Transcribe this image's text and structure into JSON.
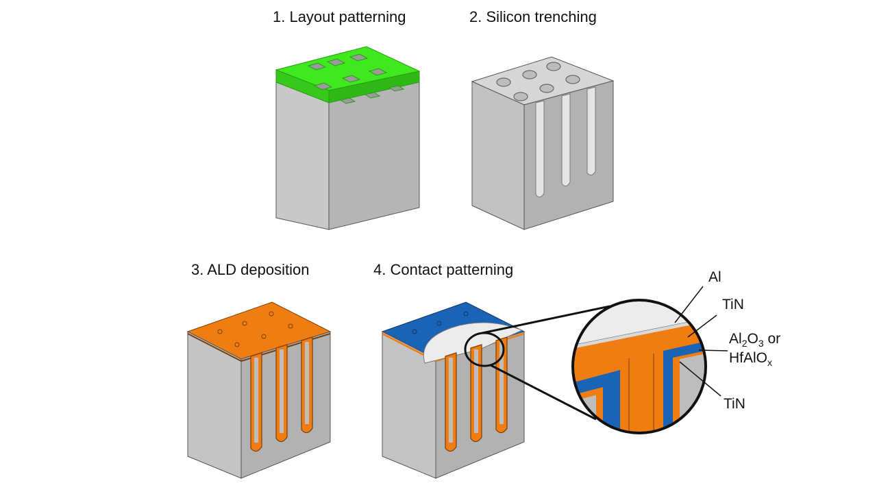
{
  "steps": [
    {
      "label": "1. Layout patterning"
    },
    {
      "label": "2. Silicon trenching"
    },
    {
      "label": "3. ALD deposition"
    },
    {
      "label": "4. Contact patterning"
    }
  ],
  "callouts": {
    "al": "Al",
    "tin_top": "TiN",
    "oxide_al2": "Al",
    "oxide_sub2": "2",
    "oxide_o": "O",
    "oxide_sub3": "3",
    "oxide_or": " or",
    "oxide_hfalo": "HfAlO",
    "oxide_subx": "x",
    "tin_bottom": "TiN"
  },
  "colors": {
    "silicon": "#b9b9b9",
    "silicon_light": "#d6d6d6",
    "silicon_dark": "#9a9a9a",
    "mask_green": "#3fe81f",
    "ald_orange": "#f07d12",
    "tin_blue": "#1b63b5",
    "aluminum": "#ececec"
  }
}
